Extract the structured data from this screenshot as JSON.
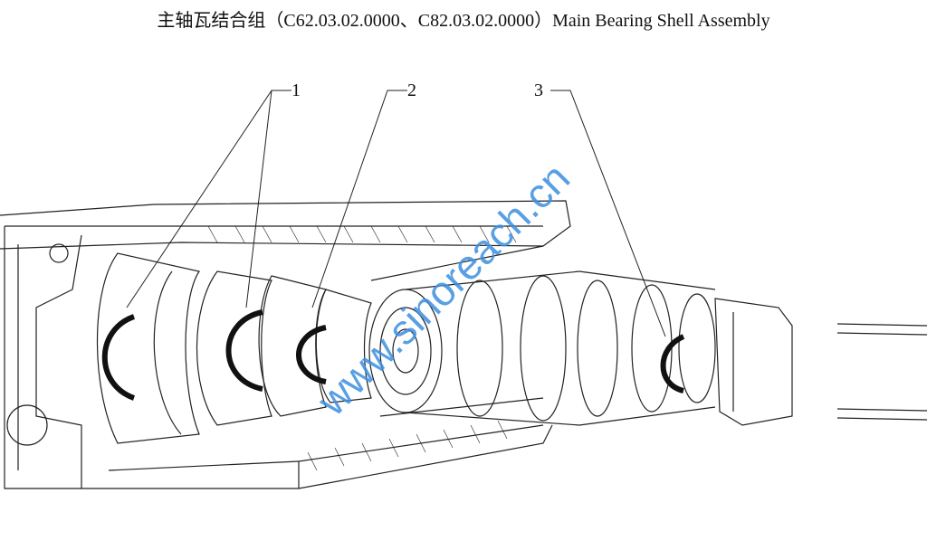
{
  "title": "主轴瓦结合组（C62.03.02.0000、C82.03.02.0000）Main Bearing Shell Assembly",
  "callouts": [
    {
      "number": "1"
    },
    {
      "number": "2"
    },
    {
      "number": "3"
    }
  ],
  "watermark": "www.sinoreach.cn",
  "colors": {
    "line": "#222222",
    "watermark": "#3d8fe0"
  }
}
